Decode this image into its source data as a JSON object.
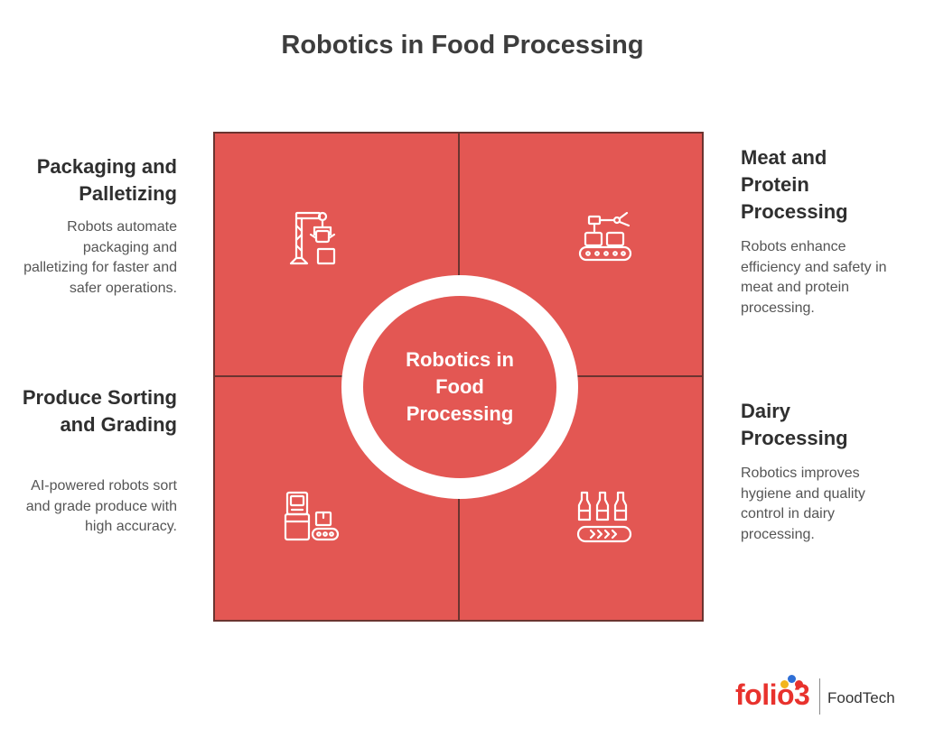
{
  "title": "Robotics in Food Processing",
  "center": {
    "label": "Robotics in Food Processing"
  },
  "colors": {
    "accent": "#e35753",
    "divider": "#6b3430",
    "logo_red": "#e8322d"
  },
  "sections": {
    "top_left": {
      "title": "Packaging and Palletizing",
      "description": "Robots automate packaging and palletizing for faster and safer operations.",
      "icon": "robot-arm-packaging-icon"
    },
    "top_right": {
      "title": "Meat and Protein Processing",
      "description": "Robots enhance efficiency and safety in meat and protein processing.",
      "icon": "conveyor-robot-arm-icon"
    },
    "bottom_left": {
      "title": "Produce Sorting and Grading",
      "description": "AI-powered robots sort and grade produce with high accuracy.",
      "icon": "sorting-machine-icon"
    },
    "bottom_right": {
      "title": "Dairy Processing",
      "description": "Robotics improves hygiene and quality control in dairy processing.",
      "icon": "bottles-conveyor-icon"
    }
  },
  "logo": {
    "brand": "folio3",
    "product": "FoodTech"
  }
}
